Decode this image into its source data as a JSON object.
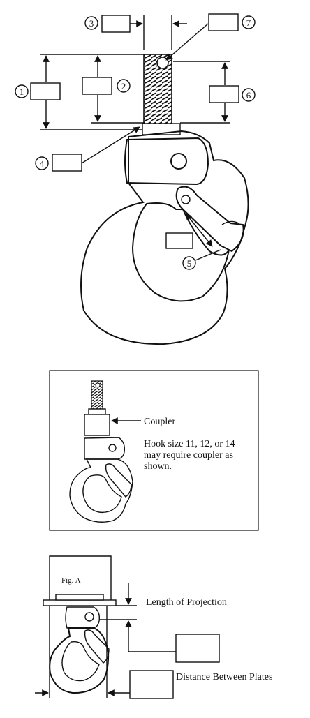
{
  "callouts": {
    "c1": "1",
    "c2": "2",
    "c3": "3",
    "c4": "4",
    "c5": "5",
    "c6": "6",
    "c7": "7"
  },
  "coupler_panel": {
    "coupler_label": "Coupler",
    "note_line1": "Hook size 11, 12, or 14",
    "note_line2": "may require coupler as",
    "note_line3": "shown."
  },
  "plates_panel": {
    "fig_label": "Fig. A",
    "projection_label": "Length of Projection",
    "plates_label": "Distance Between Plates"
  }
}
